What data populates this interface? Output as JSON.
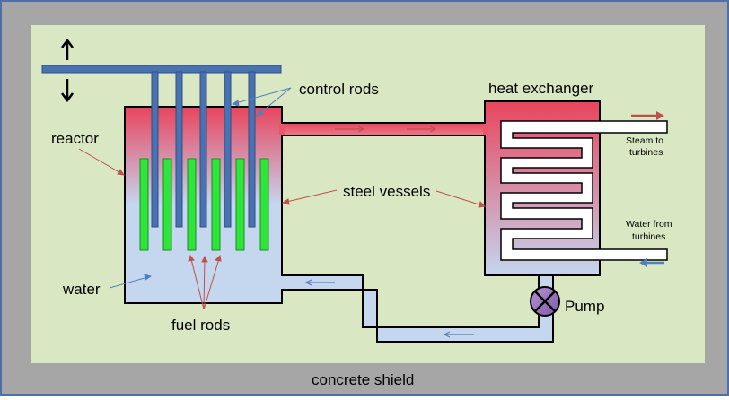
{
  "labels": {
    "control_rods": "control rods",
    "reactor": "reactor",
    "heat_exchanger": "heat exchanger",
    "steel_vessels": "steel vessels",
    "water": "water",
    "fuel_rods": "fuel rods",
    "pump": "Pump",
    "steam_line1": "Steam to",
    "steam_line2": "turbines",
    "water_from_line1": "Water from",
    "water_from_line2": "turbines",
    "concrete_shield": "concrete shield"
  },
  "colors": {
    "shield": "#a6a6a6",
    "background": "#d9e8c3",
    "outline": "#000000",
    "hot": "#e8455d",
    "cool": "#c5d6ef",
    "control_rod": "#4a72b0",
    "fuel_rod": "#2ee63a",
    "pump": "#9a6fc0",
    "pointer_red": "#c0504d",
    "pointer_blue": "#4f81bd"
  },
  "icons": {
    "control_rod_motion": "up-down-arrow-icon",
    "pump": "pump-valve-icon"
  }
}
